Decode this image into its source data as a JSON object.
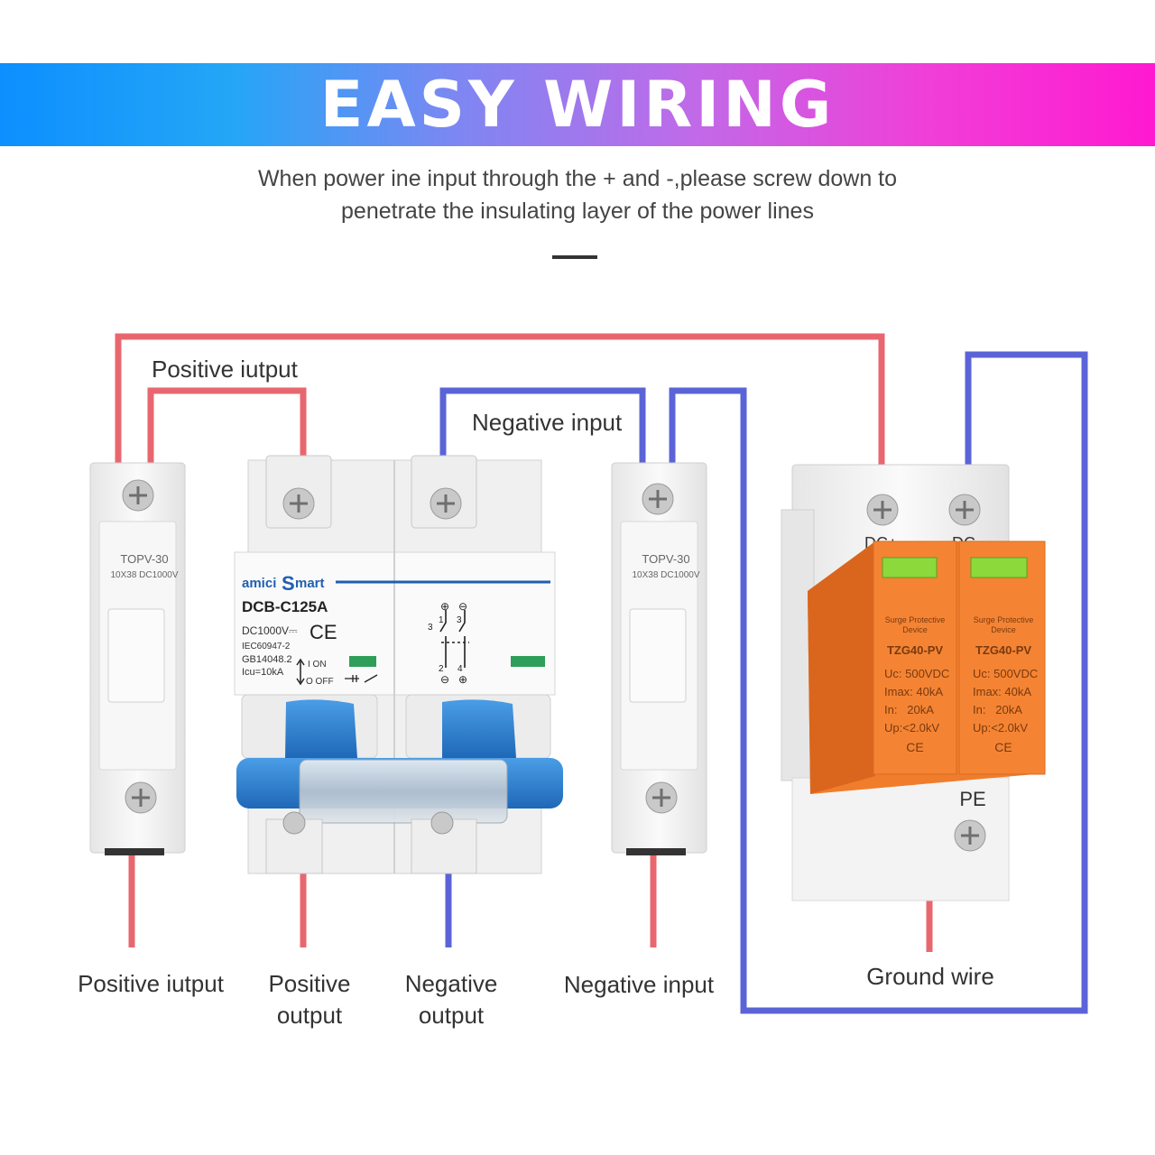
{
  "banner": {
    "title": "EASY WIRING"
  },
  "subtitle": {
    "line1": "When power ine input through the + and -,please screw down to",
    "line2": "penetrate the insulating layer of the power lines"
  },
  "labels": {
    "top_positive_input": "Positive iutput",
    "top_negative_input": "Negative input",
    "bottom_positive_input": "Positive iutput",
    "bottom_positive_output_1": "Positive",
    "bottom_positive_output_2": "output",
    "bottom_negative_output_1": "Negative",
    "bottom_negative_output_2": "output",
    "bottom_negative_input": "Negative input",
    "ground_wire": "Ground wire",
    "pe": "PE"
  },
  "fuse_holder": {
    "model": "TOPV-30",
    "spec": "10X38 DC1000V"
  },
  "breaker": {
    "brand_prefix": "amici",
    "brand_mid": "S",
    "brand_suffix": "mart",
    "model": "DCB-C125A",
    "voltage": "DC1000V⎓",
    "ce": "CE",
    "standard_1": "IEC60947-2",
    "standard_2": "GB14048.2",
    "icu": "Icu=10kA",
    "on": "I ON",
    "off": "O OFF",
    "plus": "⊕",
    "minus": "⊖",
    "term_1": "1",
    "term_2": "2",
    "term_3": "3",
    "term_4": "4"
  },
  "spd": {
    "top_left_terminal": "DC+",
    "top_right_terminal": "DC-",
    "module_title_1": "Surge Protective",
    "module_title_2": "Device",
    "model": "TZG40-PV",
    "uc": "Uc: 500VDC",
    "imax": "Imax: 40kA",
    "in": "In:   20kA",
    "up": "Up:<2.0kV",
    "ce": "CE"
  },
  "colors": {
    "positive_wire": "#e8676f",
    "negative_wire": "#5b64d6",
    "spd_orange": "#f07d2c",
    "breaker_blue": "#2f7fd0",
    "module_white": "#f2f2f2"
  }
}
